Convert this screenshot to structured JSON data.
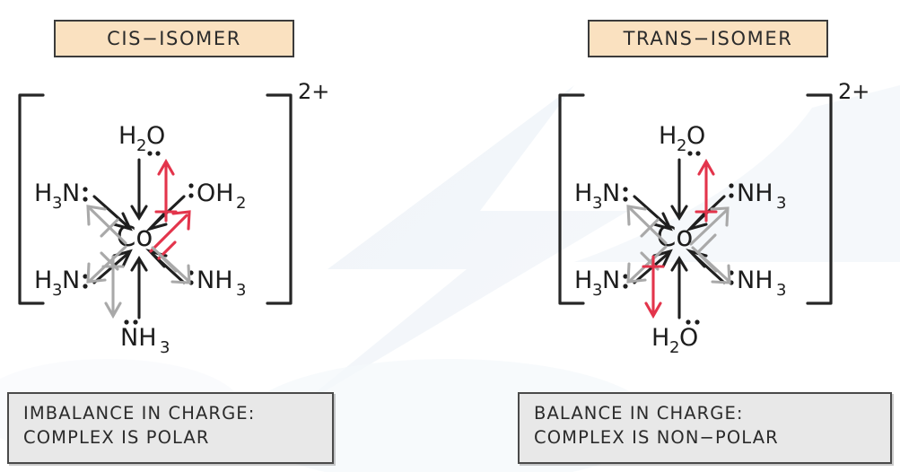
{
  "figure": {
    "subject": "Cis and trans isomer polarity comparison of a cobalt coordination complex",
    "charge_label": "2+",
    "metal_label": "Co",
    "accent_colors": {
      "title_box_fill": "#fae1c0",
      "title_box_border": "#3b3b3b",
      "caption_box_fill": "#e8e8e8",
      "caption_box_border": "#4a4a4a",
      "dipole_red": "#e3344b",
      "dipole_gray": "#a9a9a9",
      "bond_black": "#1f1f1f",
      "background": "#ffffff"
    }
  },
  "panels": [
    {
      "id": "cis",
      "title": "CIS−ISOMER",
      "charge": "2+",
      "metal": "Co",
      "caption_line1": "IMBALANCE IN CHARGE:",
      "caption_line2": "COMPLEX IS POLAR",
      "ligands": {
        "top": "H2O",
        "top_left": "H3N:",
        "top_right": ":OH2",
        "bottom_left": "H3N:",
        "bottom_right": ":NH3",
        "bottom": "NH3"
      },
      "dipole_colors": {
        "top": "red",
        "top_left": "gray",
        "top_right": "red",
        "bottom_left": "gray",
        "bottom_right": "gray",
        "bottom": "gray"
      }
    },
    {
      "id": "trans",
      "title": "TRANS−ISOMER",
      "charge": "2+",
      "metal": "Co",
      "caption_line1": "BALANCE IN CHARGE:",
      "caption_line2": "COMPLEX IS NON−POLAR",
      "ligands": {
        "top": "H2O",
        "top_left": "H3N:",
        "top_right": ":NH3",
        "bottom_left": "H3N:",
        "bottom_right": ":NH3",
        "bottom": "H2O"
      },
      "dipole_colors": {
        "top": "red",
        "top_left": "gray",
        "top_right": "gray",
        "bottom_left": "gray",
        "bottom_right": "gray",
        "bottom": "red"
      }
    }
  ],
  "ligand_glyphs": {
    "H3N_left": {
      "main": "H",
      "sub": "3",
      "tail": "N:"
    },
    "NH3_right": {
      "lead": ":",
      "main": "NH",
      "sub": "3"
    },
    "H2O_top": {
      "main": "H",
      "sub": "2",
      "tail": "O"
    },
    "OH2_right": {
      "lead": ":",
      "main": "OH",
      "sub": "2"
    },
    "NH3_bottom": {
      "main": "NH",
      "sub": "3"
    },
    "H2O_bottom": {
      "main": "H",
      "sub": "2",
      "tail": "O"
    }
  }
}
